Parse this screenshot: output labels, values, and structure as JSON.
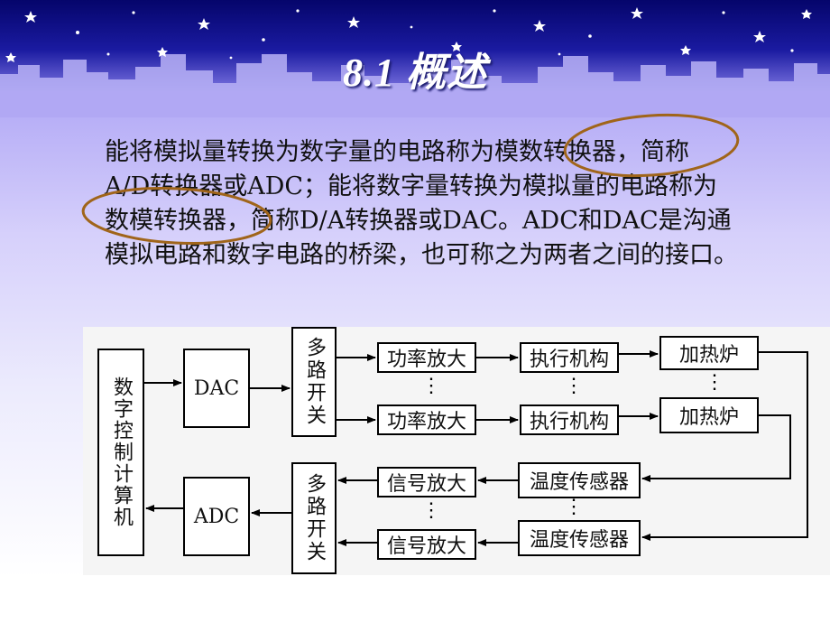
{
  "title": "8.1   概述",
  "paragraph": {
    "lines": [
      "能将模拟量转换为数字量的电路称为模数转换器，简称",
      "A/D转换器或ADC；能将数字量转换为模拟量的电路称为",
      "数模转换器，简称D/A转换器或DAC。ADC和DAC是沟通",
      "模拟电路和数字电路的桥梁，也可称之为两者之间的接口。"
    ]
  },
  "diagram": {
    "computer": "数字控制计算机",
    "dac": "DAC",
    "adc": "ADC",
    "mux": "多路开关",
    "power_amp": "功率放大",
    "actuator": "执行机构",
    "furnace": "加热炉",
    "signal_amp": "信号放大",
    "sensor": "温度传感器",
    "ellipsis": "⋮"
  },
  "colors": {
    "highlight_ellipse": "#a0651a",
    "stars": "#ffffff",
    "sky": "#0c0c7a"
  }
}
